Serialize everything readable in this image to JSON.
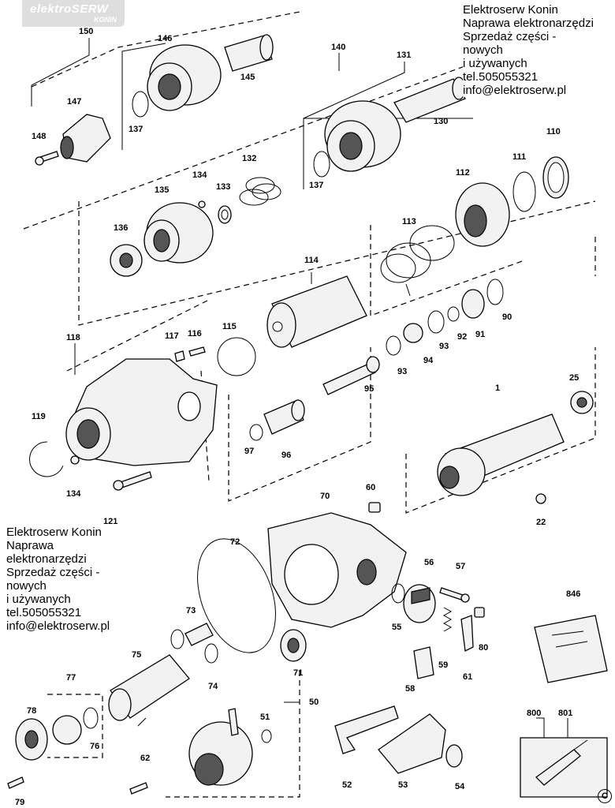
{
  "watermark": {
    "logo_text": "elektroSERW",
    "logo_sub": "KONIN"
  },
  "info_top": {
    "lines": [
      "Elektroserw Konin",
      "Naprawa elektronarzędzi",
      "Sprzedaż części -",
      "nowych",
      "i używanych",
      "tel.505055321",
      "info@elektroserw.pl"
    ]
  },
  "info_bottom": {
    "lines": [
      "Elektroserw Konin",
      "Naprawa",
      "elektronarzędzi",
      "Sprzedaż części -",
      "nowych",
      "i używanych",
      "tel.505055321",
      "info@elektroserw.pl"
    ]
  },
  "copyright_symbol": "C",
  "part_numbers": {
    "p150": "150",
    "p146": "146",
    "p145": "145",
    "p147": "147",
    "p148": "148",
    "p137a": "137",
    "p140": "140",
    "p131": "131",
    "p130": "130",
    "p137b": "137",
    "p110": "110",
    "p111": "111",
    "p112": "112",
    "p134a": "134",
    "p133": "133",
    "p132": "132",
    "p135": "135",
    "p136": "136",
    "p113": "113",
    "p114": "114",
    "p118": "118",
    "p117": "117",
    "p116": "116",
    "p115": "115",
    "p90": "90",
    "p91": "91",
    "p92": "92",
    "p93a": "93",
    "p94": "94",
    "p93b": "93",
    "p95": "95",
    "p1": "1",
    "p25": "25",
    "p97": "97",
    "p96": "96",
    "p119": "119",
    "p134b": "134",
    "p121": "121",
    "p60": "60",
    "p70": "70",
    "p22": "22",
    "p72": "72",
    "p56": "56",
    "p57": "57",
    "p846": "846",
    "p73": "73",
    "p55": "55",
    "p80": "80",
    "p75": "75",
    "p71": "71",
    "p59": "59",
    "p61": "61",
    "p74": "74",
    "p77": "77",
    "p58": "58",
    "p50": "50",
    "p78": "78",
    "p51": "51",
    "p76": "76",
    "p800": "800",
    "p801": "801",
    "p62": "62",
    "p52": "52",
    "p53": "53",
    "p54": "54",
    "p79": "79"
  }
}
